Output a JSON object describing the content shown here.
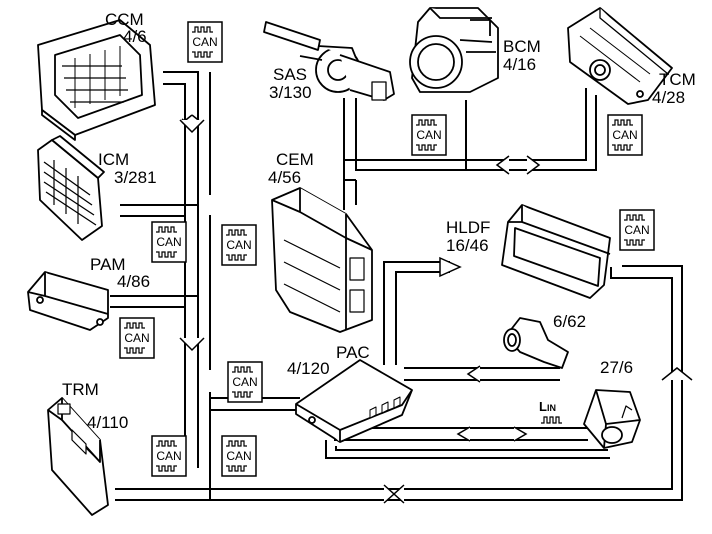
{
  "modules": {
    "ccm": {
      "name": "CCM",
      "code": "4/6"
    },
    "icm": {
      "name": "ICM",
      "code": "3/281"
    },
    "pam": {
      "name": "PAM",
      "code": "4/86"
    },
    "trm": {
      "name": "TRM",
      "code": "4/110"
    },
    "sas": {
      "name": "SAS",
      "code": "3/130"
    },
    "bcm": {
      "name": "BCM",
      "code": "4/16"
    },
    "tcm": {
      "name": "TCM",
      "code": "4/28"
    },
    "cem": {
      "name": "CEM",
      "code": "4/56"
    },
    "hldf": {
      "name": "HLDF",
      "code": "16/46"
    },
    "pac": {
      "name": "PAC",
      "code": "4/120"
    },
    "sensor": {
      "code": "6/62"
    },
    "camera": {
      "code": "27/6"
    }
  },
  "bus_labels": {
    "can": "CAN",
    "lin_prefix": "L",
    "lin_suffix": "IN"
  }
}
